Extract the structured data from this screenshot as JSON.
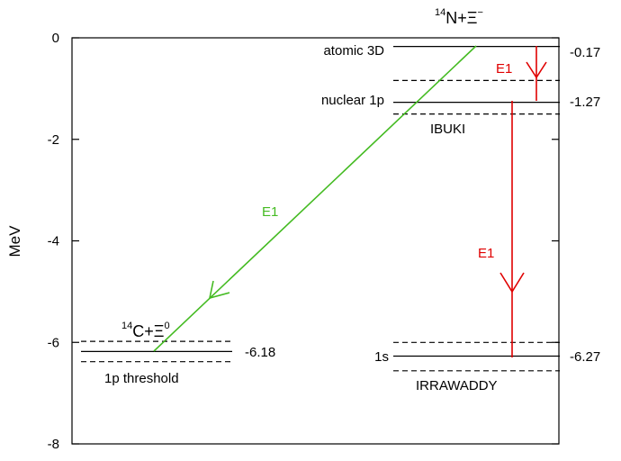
{
  "axis": {
    "ylabel": "MeV",
    "yticks": [
      {
        "value": 0,
        "label": "0"
      },
      {
        "value": -2,
        "label": "-2"
      },
      {
        "value": -4,
        "label": "-4"
      },
      {
        "value": -6,
        "label": "-6"
      },
      {
        "value": -8,
        "label": "-8"
      }
    ],
    "ylim": [
      -8,
      0
    ]
  },
  "left_system": {
    "label_main": "C+Ξ",
    "label_sup_mass": "14",
    "label_sup_charge": "0",
    "level_label": "1p threshold",
    "value_label": "-6.18",
    "energy": -6.18,
    "dashed": [
      -5.98,
      -6.38
    ]
  },
  "right_system": {
    "label_main": "N+Ξ",
    "label_sup_mass": "14",
    "label_sup_charge": "−",
    "levels": [
      {
        "id": "atomic",
        "label": "atomic 3D",
        "value_label": "-0.17",
        "energy": -0.17
      },
      {
        "id": "nuclear1p",
        "label": "nuclear 1p",
        "value_label": "-1.27",
        "energy": -1.27,
        "dashed": [
          -0.84,
          -1.5
        ],
        "below_label": "IBUKI"
      },
      {
        "id": "s1",
        "label": "1s",
        "value_label": "-6.27",
        "energy": -6.27,
        "dashed": [
          -6.0,
          -6.56
        ],
        "below_label": "IRRAWADDY"
      }
    ]
  },
  "transitions": [
    {
      "id": "green",
      "label": "E1",
      "color": "#44bb22",
      "from_energy": -0.17,
      "to_energy": -6.18
    },
    {
      "id": "red-upper",
      "label": "E1",
      "color": "#e00000",
      "from_energy": -0.17,
      "to_energy": -1.27
    },
    {
      "id": "red-lower",
      "label": "E1",
      "color": "#e00000",
      "from_energy": -1.27,
      "to_energy": -6.27
    }
  ]
}
